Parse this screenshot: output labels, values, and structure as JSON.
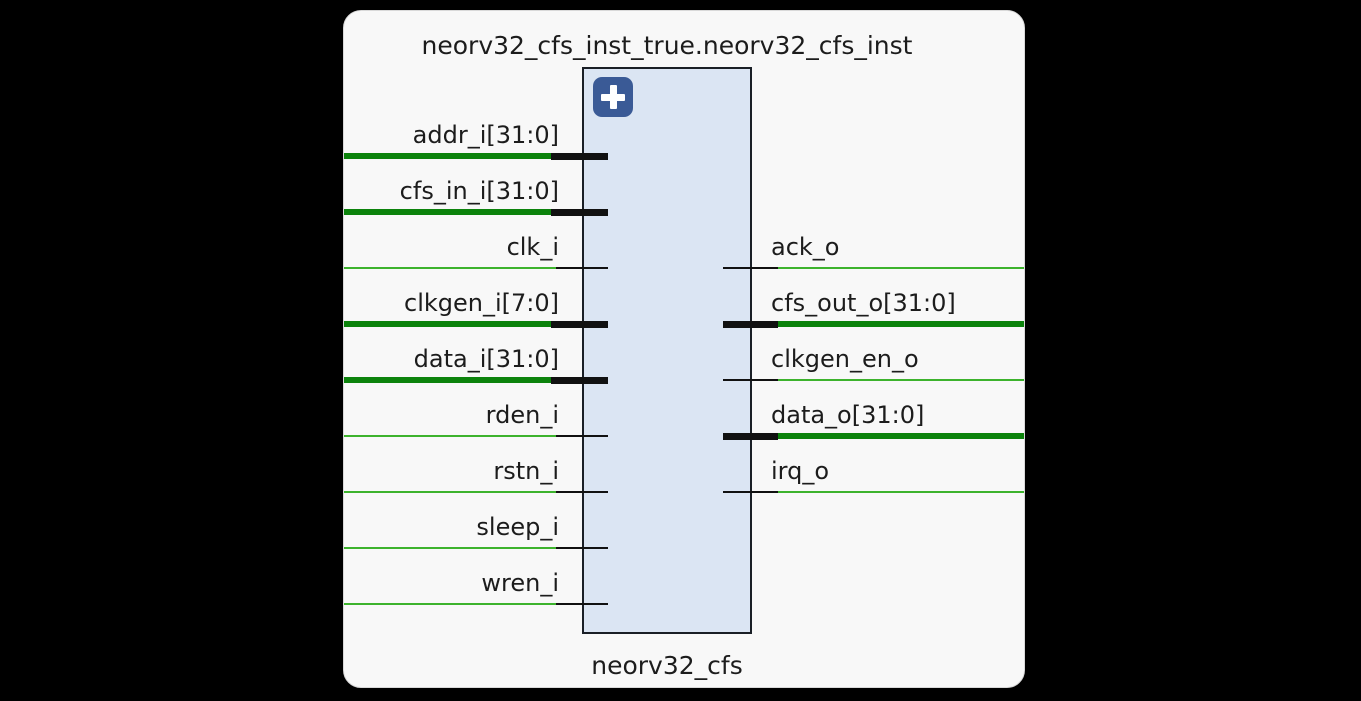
{
  "schematic": {
    "title": "neorv32_cfs_inst_true.neorv32_cfs_inst",
    "module": {
      "instance_label": "neorv32_cfs",
      "expand_button_glyph": "plus"
    },
    "left_ports": [
      {
        "name": "addr_i[31:0]",
        "kind": "bus"
      },
      {
        "name": "cfs_in_i[31:0]",
        "kind": "bus"
      },
      {
        "name": "clk_i",
        "kind": "scalar"
      },
      {
        "name": "clkgen_i[7:0]",
        "kind": "bus"
      },
      {
        "name": "data_i[31:0]",
        "kind": "bus"
      },
      {
        "name": "rden_i",
        "kind": "scalar"
      },
      {
        "name": "rstn_i",
        "kind": "scalar"
      },
      {
        "name": "sleep_i",
        "kind": "scalar"
      },
      {
        "name": "wren_i",
        "kind": "scalar"
      }
    ],
    "right_ports": [
      {
        "name": "ack_o",
        "kind": "scalar"
      },
      {
        "name": "cfs_out_o[31:0]",
        "kind": "bus"
      },
      {
        "name": "clkgen_en_o",
        "kind": "scalar"
      },
      {
        "name": "data_o[31:0]",
        "kind": "bus"
      },
      {
        "name": "irq_o",
        "kind": "scalar"
      }
    ],
    "colors": {
      "page_bg": "#000000",
      "card_bg": "#f8f8f8",
      "text": "#1c1c1c",
      "block_fill": "#dbe5f3",
      "block_border": "#1a1f26",
      "expand_button": "#3a5a96",
      "bus_net": "#0c830c",
      "scalar_net": "#3db32d",
      "stub": "#111111"
    }
  }
}
